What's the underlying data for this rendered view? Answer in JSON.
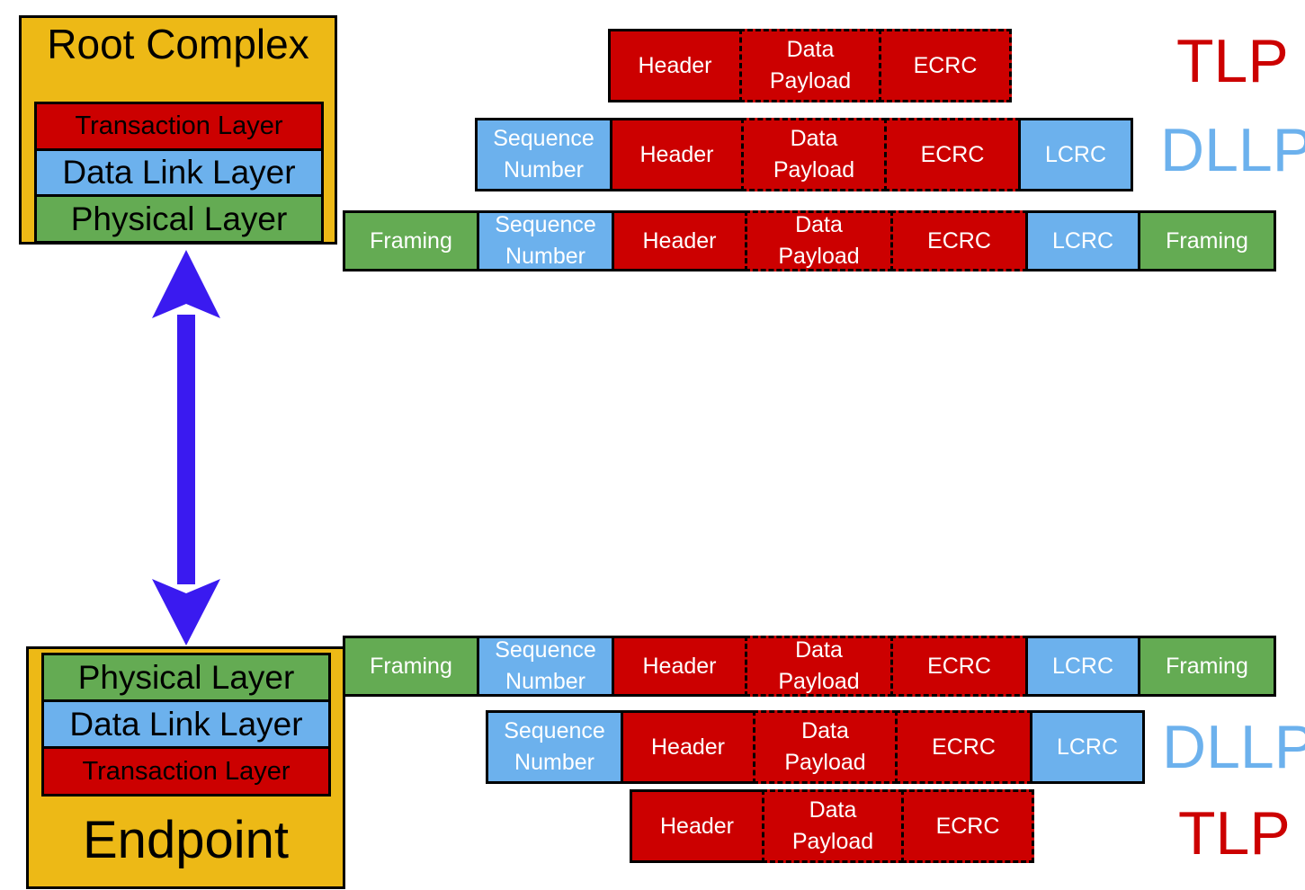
{
  "root_complex": {
    "title": "Root Complex",
    "layers": [
      "Transaction Layer",
      "Data Link Layer",
      "Physical Layer"
    ]
  },
  "endpoint": {
    "title": "Endpoint",
    "layers": [
      "Physical Layer",
      "Data Link Layer",
      "Transaction Layer"
    ]
  },
  "segments": {
    "framing": "Framing",
    "sequence_number": "Sequence\nNumber",
    "header": "Header",
    "data_payload": "Data\nPayload",
    "ecrc": "ECRC",
    "lcrc": "LCRC"
  },
  "tags": {
    "tlp": "TLP",
    "dllp": "DLLP"
  },
  "colors": {
    "device": "#EDB916",
    "transaction": "#CC0000",
    "data_link": "#6CB1ED",
    "physical": "#64AB53",
    "arrow": "#3A1AF0",
    "tlp_label": "#CC0000",
    "dllp_label": "#6CB1ED"
  }
}
